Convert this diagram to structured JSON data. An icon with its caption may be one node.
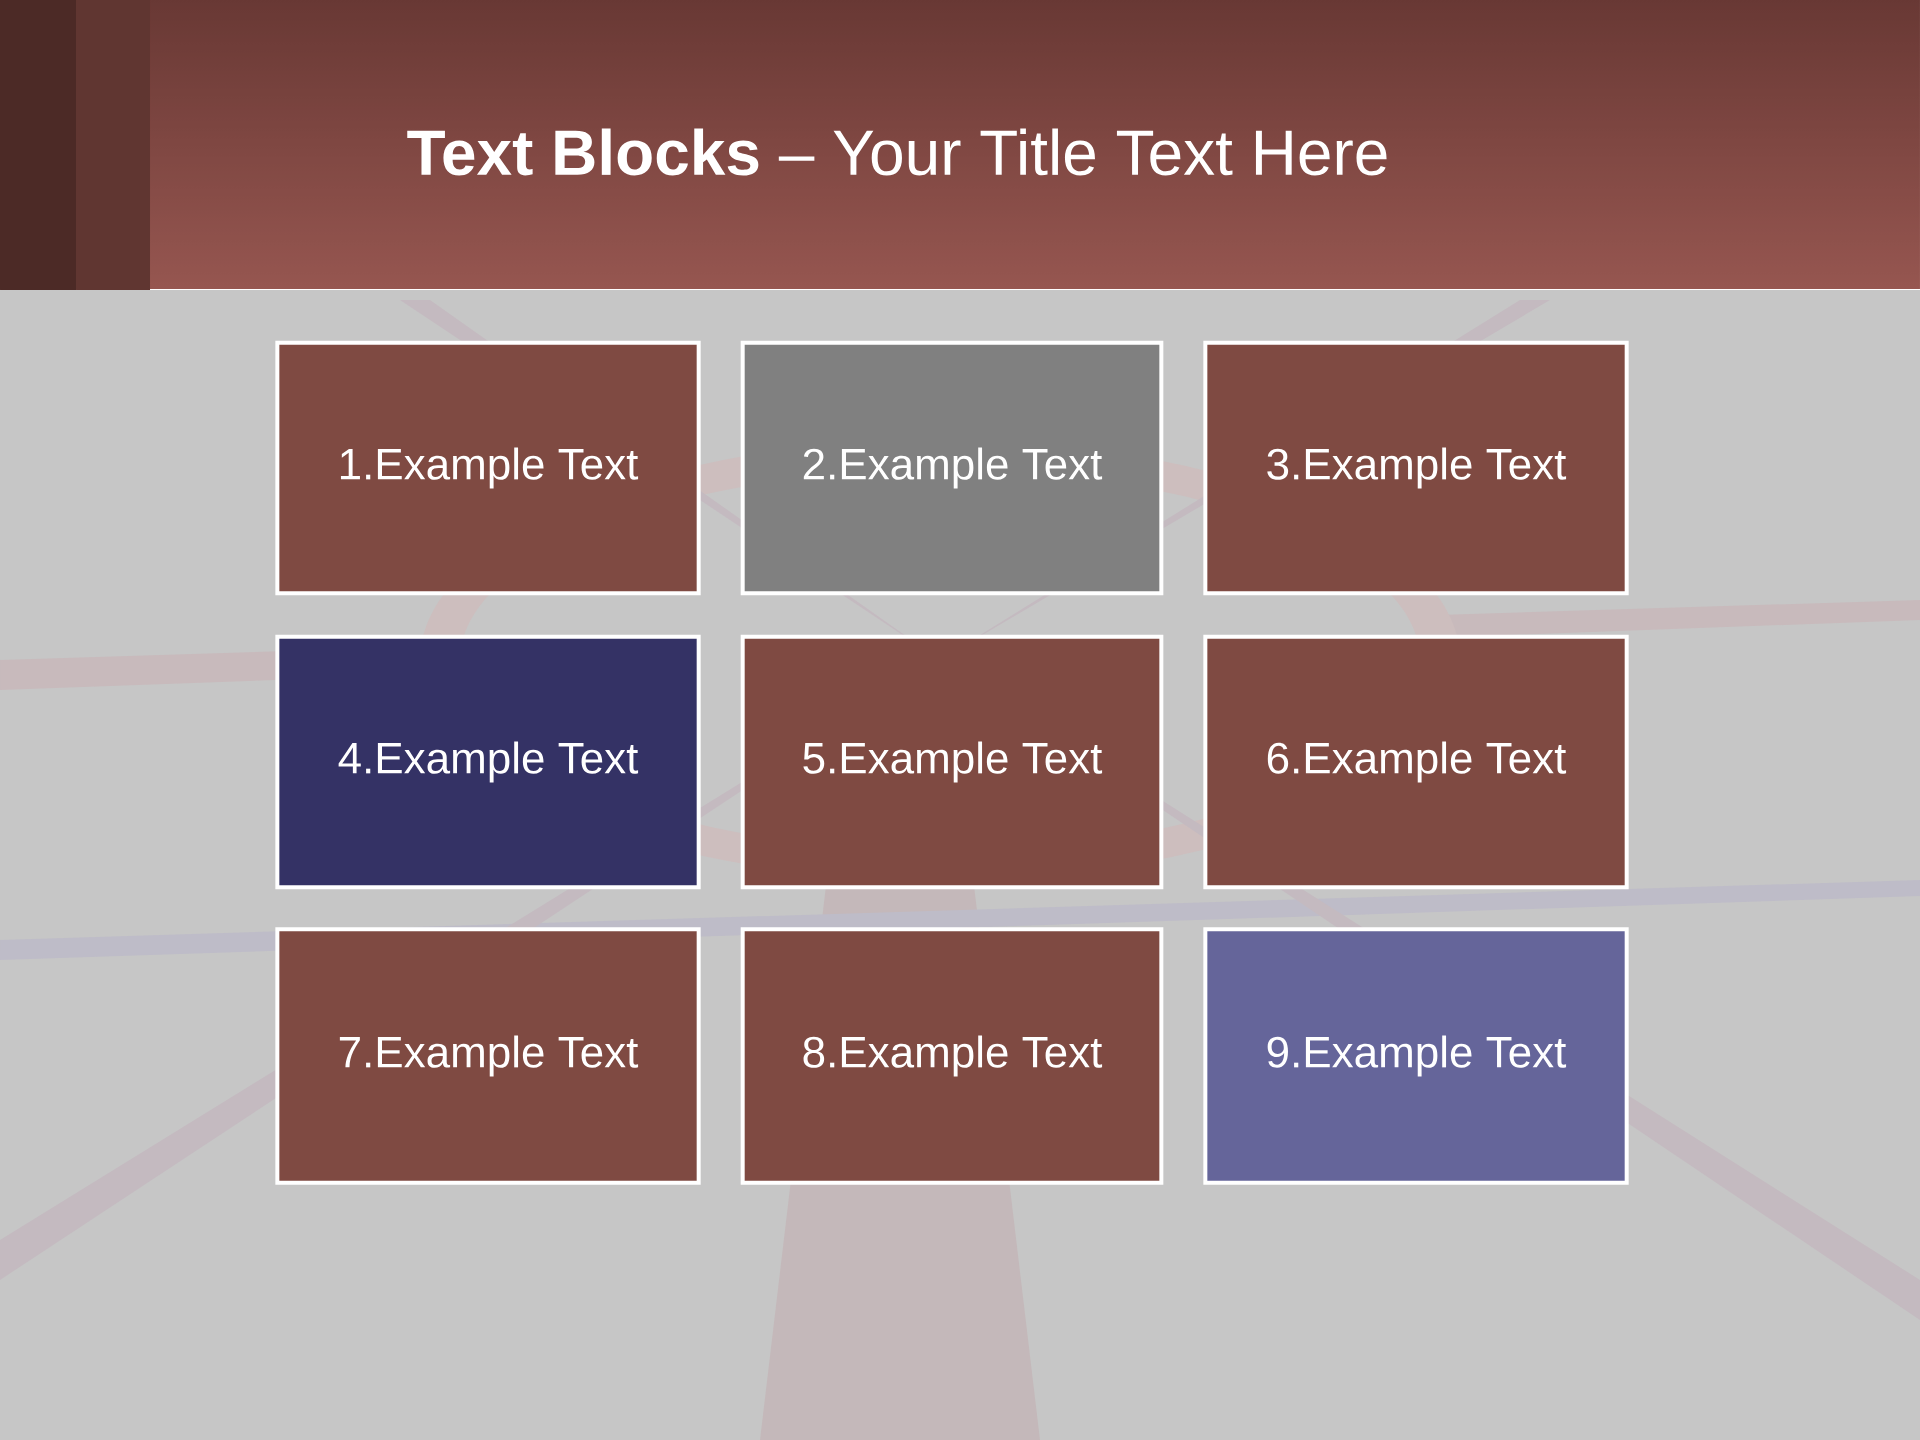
{
  "diagram": {
    "title": "**Text Blocks** – Your Title Text Here",
    "nodes": [
      {
        "text": [
          "1.Example Text"
        ]
      },
      {
        "text": [
          "2.Example Text"
        ]
      },
      {
        "text": [
          "3.Example Text"
        ]
      },
      {
        "text": [
          "4.Example Text"
        ]
      },
      {
        "text": [
          "5.Example Text"
        ]
      },
      {
        "text": [
          "6.Example Text"
        ]
      },
      {
        "text": [
          "7.Example Text"
        ]
      },
      {
        "text": [
          "8.Example Text"
        ]
      },
      {
        "text": [
          "9.Example Text"
        ]
      }
    ]
  }
}
